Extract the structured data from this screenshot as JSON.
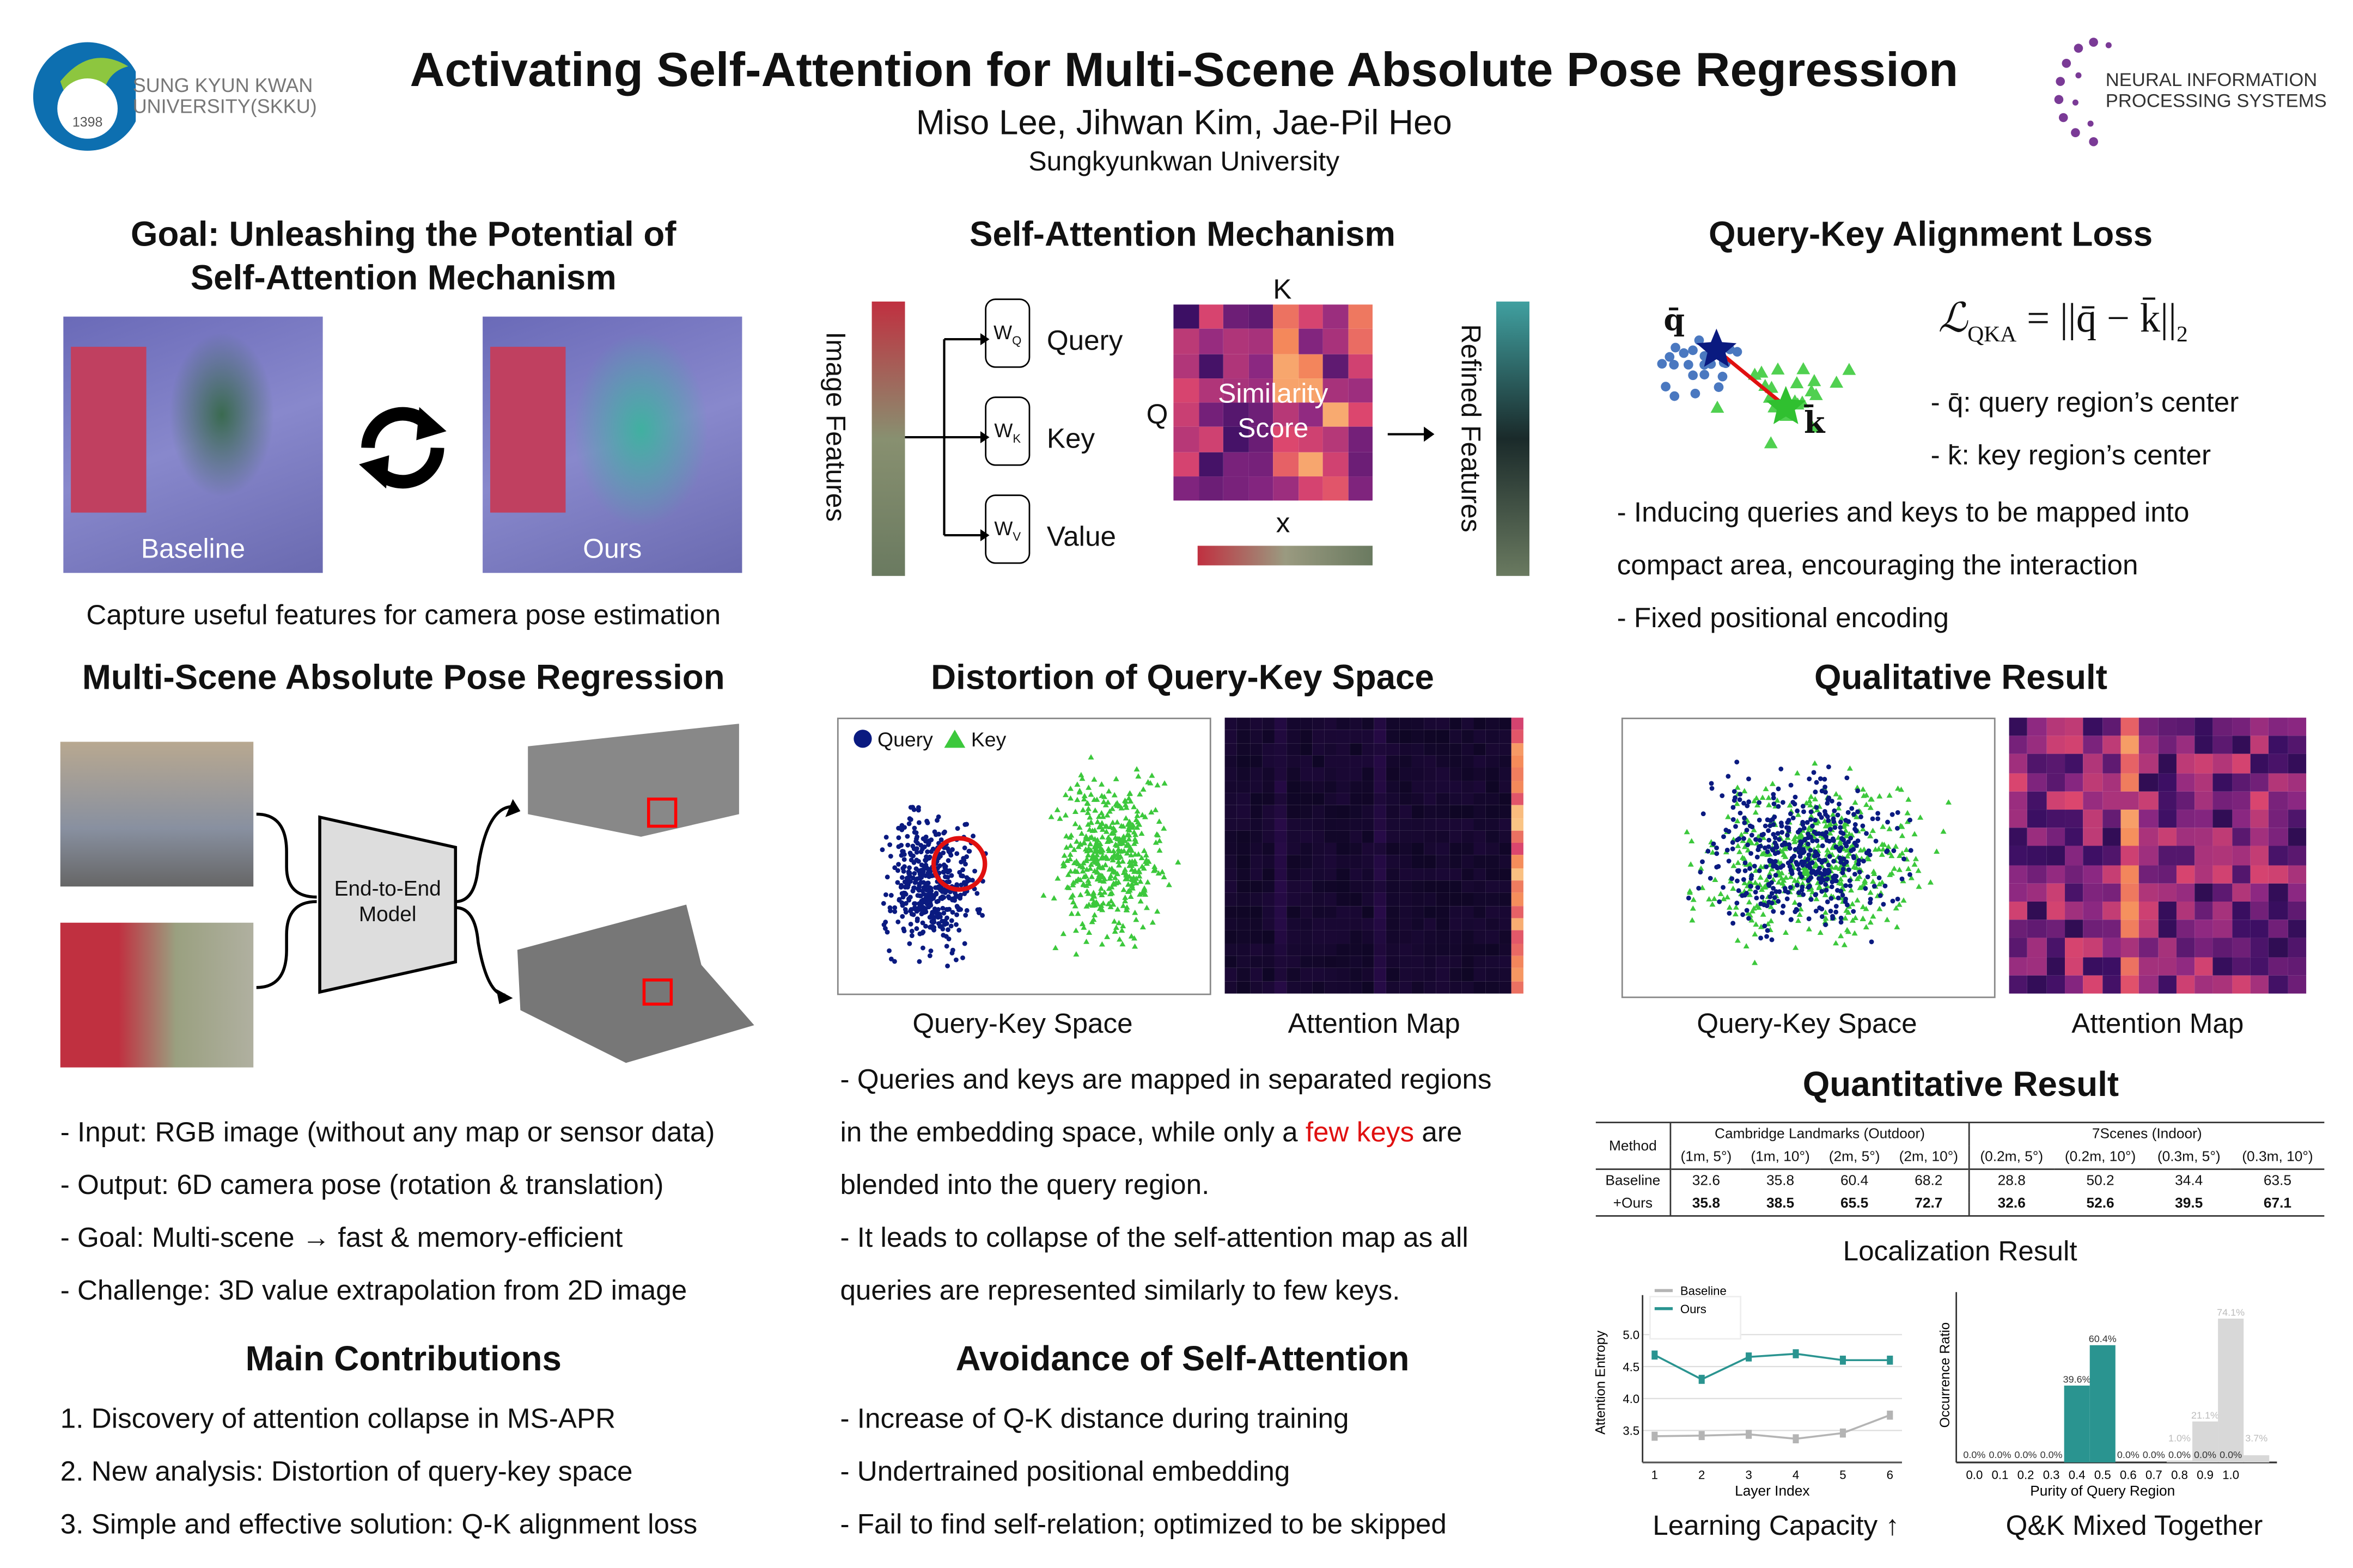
{
  "header": {
    "title": "Activating Self-Attention for Multi-Scene Absolute Pose Regression",
    "authors": "Miso Lee, Jihwan Kim, Jae-Pil Heo",
    "affiliation": "Sungkyunkwan University",
    "left_logo": {
      "line1": "SUNG KYUN KWAN",
      "line2": "UNIVERSITY(SKKU)",
      "year": "1398"
    },
    "right_logo": {
      "line1": "NEURAL INFORMATION",
      "line2": "PROCESSING SYSTEMS"
    }
  },
  "goal": {
    "title1": "Goal: Unleashing the Potential of",
    "title2": "Self-Attention Mechanism",
    "baseline_label": "Baseline",
    "ours_label": "Ours",
    "caption": "Capture useful features for camera pose estimation"
  },
  "msapr": {
    "title": "Multi-Scene Absolute Pose Regression",
    "model_label1": "End-to-End",
    "model_label2": "Model",
    "bullets": [
      "- Input: RGB image (without any map or sensor data)",
      "- Output: 6D camera pose (rotation & translation)",
      "- Goal: Multi-scene → fast & memory-efficient",
      "- Challenge: 3D value extrapolation from 2D image"
    ]
  },
  "contrib": {
    "title": "Main Contributions",
    "items": [
      "1. Discovery of attention collapse in MS-APR",
      "2. New analysis: Distortion of query-key space",
      "3. Simple and effective solution: Q-K alignment loss"
    ]
  },
  "sam": {
    "title": "Self-Attention Mechanism",
    "image_features": "Image Features",
    "refined_features": "Refined Features",
    "wq": "W",
    "wq_sub": "Q",
    "wk": "W",
    "wk_sub": "K",
    "wv": "W",
    "wv_sub": "V",
    "query": "Query",
    "key": "Key",
    "value": "Value",
    "K": "K",
    "Q": "Q",
    "x": "x",
    "sim1": "Similarity",
    "sim2": "Score"
  },
  "distortion": {
    "title": "Distortion of Query-Key Space",
    "legend_query": "Query",
    "legend_key": "Key",
    "qk_label": "Query-Key Space",
    "attn_label": "Attention Map",
    "text": [
      "- Queries and keys are mapped in separated regions",
      "in the embedding space, while only a ",
      "few keys",
      " are",
      "blended into the query region.",
      "- It leads to collapse of the self-attention map as all",
      "queries are represented similarly to few keys."
    ]
  },
  "avoid": {
    "title": "Avoidance of Self-Attention",
    "items": [
      "- Increase of Q-K distance during training",
      "- Undertrained positional embedding",
      "- Fail to find self-relation; optimized to be skipped"
    ]
  },
  "qka": {
    "title": "Query-Key Alignment Loss",
    "formula_lhs": "ℒ",
    "formula_sub": "QKA",
    "formula_rhs": " = ||q̄ − k̄||",
    "formula_norm": "2",
    "q_label": "q̄",
    "k_label": "k̄",
    "def_q": "- q̄: query region’s center",
    "def_k": "- k̄: key region’s center",
    "bullets": [
      "- Inducing queries and keys to be mapped into",
      "compact area, encouraging the interaction",
      "- Fixed positional encoding"
    ]
  },
  "qual": {
    "title": "Qualitative Result",
    "qk_label": "Query-Key Space",
    "attn_label": "Attention Map"
  },
  "quant": {
    "title": "Quantitative Result",
    "caption": "Localization Result",
    "table": {
      "method": "Method",
      "group1": "Cambridge Landmarks (Outdoor)",
      "group2": "7Scenes (Indoor)",
      "cols": [
        "(1m, 5°)",
        "(1m, 10°)",
        "(2m, 5°)",
        "(2m, 10°)",
        "(0.2m, 5°)",
        "(0.2m, 10°)",
        "(0.3m, 5°)",
        "(0.3m, 10°)"
      ],
      "rows": [
        {
          "name": "Baseline",
          "values": [
            "32.6",
            "35.8",
            "60.4",
            "68.2",
            "28.8",
            "50.2",
            "34.4",
            "63.5"
          ]
        },
        {
          "name": "+Ours",
          "values": [
            "35.8",
            "38.5",
            "65.5",
            "72.7",
            "32.6",
            "52.6",
            "39.5",
            "67.1"
          ]
        }
      ]
    }
  },
  "colors": {
    "query": "#0a1a80",
    "key": "#3cc83c",
    "ours": "#2a9490",
    "baseline": "#b4b4b4",
    "red": "#e01010"
  },
  "chart_data": [
    {
      "type": "line",
      "title": "Learning Capacity ↑",
      "xlabel": "Layer Index",
      "ylabel": "Attention Entropy",
      "x": [
        1,
        2,
        3,
        4,
        5,
        6
      ],
      "ylim": [
        3.0,
        5.5
      ],
      "yticks": [
        "3.5",
        "4.0",
        "4.5",
        "5.0"
      ],
      "series": [
        {
          "name": "Baseline",
          "values": [
            3.41,
            3.42,
            3.44,
            3.37,
            3.46,
            3.74
          ]
        },
        {
          "name": "Ours",
          "values": [
            4.68,
            4.3,
            4.65,
            4.7,
            4.6,
            4.6
          ]
        }
      ],
      "legend": "top-left"
    },
    {
      "type": "bar",
      "title": "Q&K Mixed Together",
      "xlabel": "Purity of Query Region",
      "ylabel": "Occurrence Ratio",
      "categories": [
        "0.0",
        "0.1",
        "0.2",
        "0.3",
        "0.4",
        "0.5",
        "0.6",
        "0.7",
        "0.8",
        "0.9",
        "1.0"
      ],
      "series": [
        {
          "name": "Ours",
          "values": [
            0,
            0,
            0,
            0,
            39.6,
            60.4,
            0,
            0,
            0,
            0,
            0
          ]
        },
        {
          "name": "Baseline",
          "values": [
            0,
            0,
            0,
            0,
            0,
            0,
            0,
            1.0,
            21.1,
            74.1,
            3.7
          ]
        }
      ],
      "labels": [
        "0.0%",
        "0.0%",
        "0.0%",
        "0.0%",
        "0.0%",
        "0.0%",
        "0.0%",
        "1.0%",
        "21.1%",
        "74.1%",
        "3.7%"
      ],
      "ours_labels": [
        "0.0%",
        "0.0%",
        "0.0%",
        "0.0%",
        "39.6%",
        "60.4%",
        "0.0%",
        "0.0%",
        "0.0%",
        "0.0%",
        "0.0%"
      ]
    }
  ]
}
